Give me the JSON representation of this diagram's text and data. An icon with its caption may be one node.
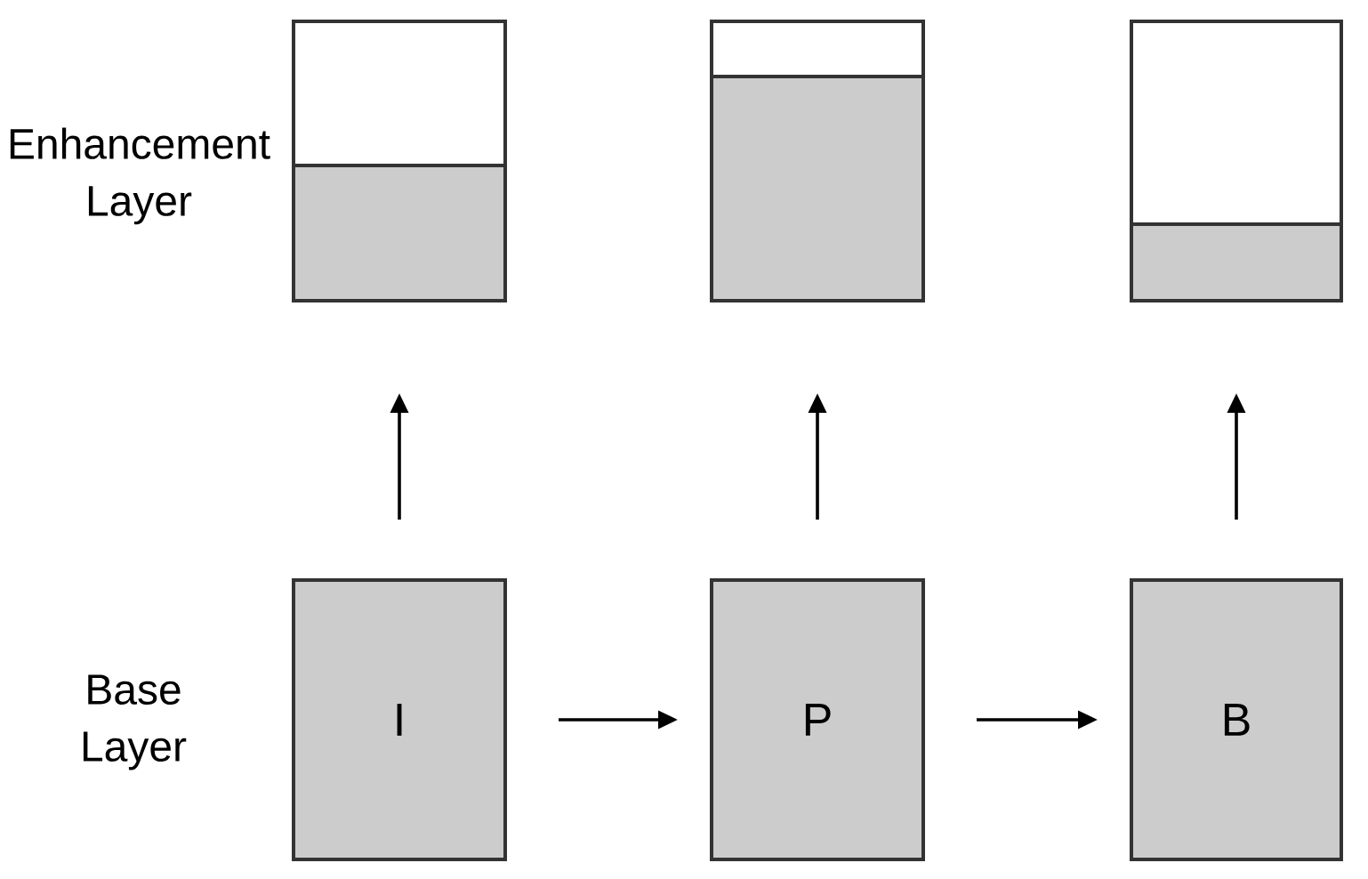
{
  "diagram": {
    "nodes": [
      {
        "text": [],
        "shape": "box"
      },
      {
        "text": [],
        "shape": "box"
      },
      {
        "text": [],
        "shape": "box"
      },
      {
        "text": [
          "I"
        ]
      },
      {
        "text": [
          "P"
        ]
      },
      {
        "text": [
          "B"
        ]
      }
    ],
    "edges": [
      {
        "from": 3,
        "to": 0,
        "arrow": "to"
      },
      {
        "from": 4,
        "to": 1,
        "arrow": "to"
      },
      {
        "from": 5,
        "to": 2,
        "arrow": "to"
      },
      {
        "from": 3,
        "to": 4,
        "arrow": "to"
      },
      {
        "from": 4,
        "to": 5,
        "arrow": "to"
      }
    ],
    "labels": [
      "Enhancement Layer",
      "Base Layer"
    ]
  }
}
